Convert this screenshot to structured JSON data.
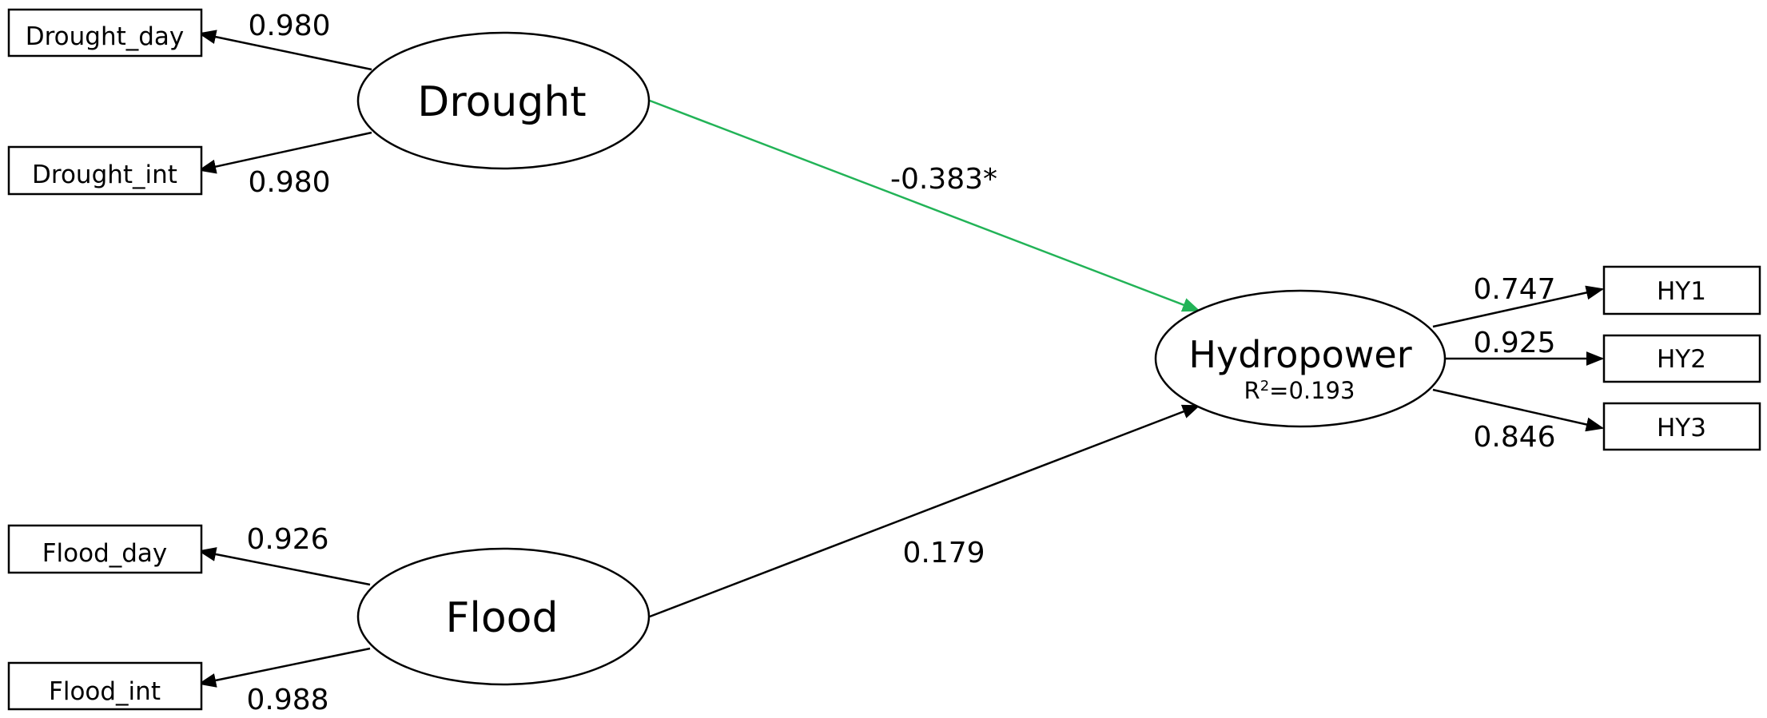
{
  "colors": {
    "significant_path": "#22b357",
    "default_path": "#000000"
  },
  "latent": {
    "drought": {
      "label": "Drought"
    },
    "flood": {
      "label": "Flood"
    },
    "hydropower": {
      "label": "Hydropower",
      "r2_prefix": "R",
      "r2_sup": "2",
      "r2_value": "=0.193"
    }
  },
  "indicators": {
    "drought_day": "Drought_day",
    "drought_int": "Drought_int",
    "flood_day": "Flood_day",
    "flood_int": "Flood_int",
    "hy1": "HY1",
    "hy2": "HY2",
    "hy3": "HY3"
  },
  "loadings": {
    "drought_day": "0.980",
    "drought_int": "0.980",
    "flood_day": "0.926",
    "flood_int": "0.988",
    "hy1": "0.747",
    "hy2": "0.925",
    "hy3": "0.846"
  },
  "paths": {
    "drought_to_hydropower": {
      "coef": "-0.383*",
      "significant": true
    },
    "flood_to_hydropower": {
      "coef": "0.179",
      "significant": false
    }
  }
}
